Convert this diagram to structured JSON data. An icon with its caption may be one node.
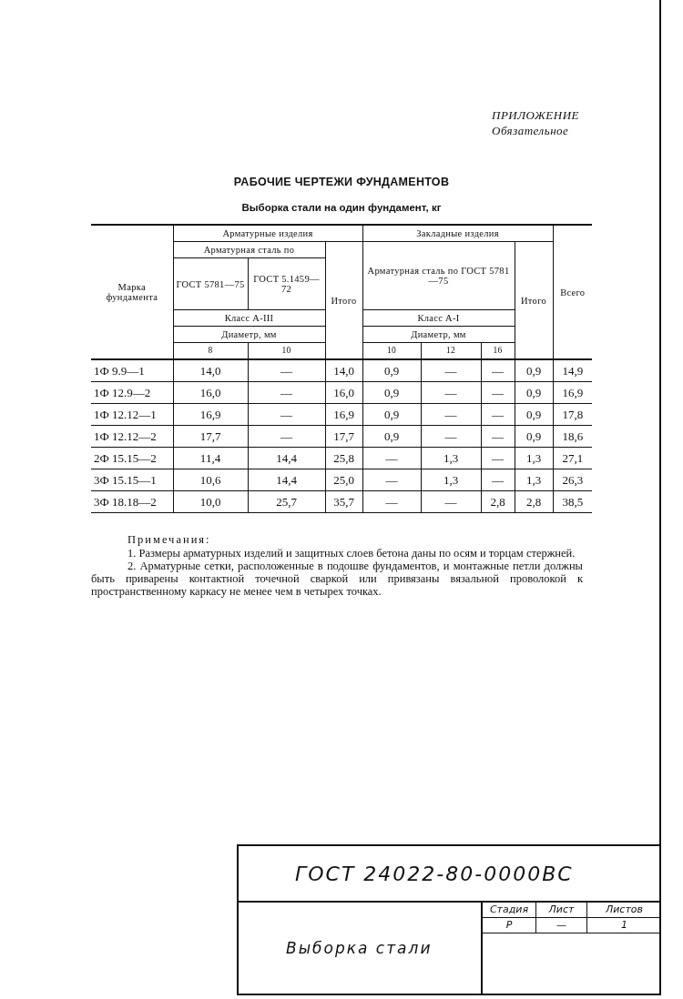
{
  "diagram": {
    "title": "РАБОЧИЕ ЧЕРТЕЖИ ФУНДАМЕНТОВ",
    "labels": [
      "ПРИЛОЖЕНИЕ",
      "Обязательное",
      "Выборка стали на один фундамент, кг",
      "Марка фундамента",
      "Арматурные изделия",
      "Закладные изделия",
      "Всего",
      "Арматурная сталь по",
      "Итого",
      "Арматурная сталь по ГОСТ 5781—75",
      "Итого",
      "ГОСТ 5781—75",
      "ГОСТ 5.1459—72",
      "Класс А-III",
      "Класс А-I",
      "Диаметр, мм",
      "Диаметр, мм",
      "8",
      "10",
      "10",
      "12",
      "16",
      "1Ф 9.9—1",
      "14,0",
      "—",
      "14,0",
      "0,9",
      "—",
      "—",
      "0,9",
      "14,9",
      "1Ф 12.9—2",
      "16,0",
      "—",
      "16,0",
      "0,9",
      "—",
      "—",
      "0,9",
      "16,9",
      "1Ф 12.12—1",
      "16,9",
      "—",
      "16,9",
      "0,9",
      "—",
      "—",
      "0,9",
      "17,8",
      "1Ф 12.12—2",
      "17,7",
      "—",
      "17,7",
      "0,9",
      "—",
      "—",
      "0,9",
      "18,6",
      "2Ф 15.15—2",
      "11,4",
      "14,4",
      "25,8",
      "—",
      "1,3",
      "—",
      "1,3",
      "27,1",
      "3Ф 15.15—1",
      "10,6",
      "14,4",
      "25,0",
      "—",
      "1,3",
      "—",
      "1,3",
      "26,3",
      "3Ф 18.18—2",
      "10,0",
      "25,7",
      "35,7",
      "—",
      "—",
      "2,8",
      "2,8",
      "38,5",
      "Примечания:",
      "1. Размеры арматурных изделий и защитных слоев бетона даны по осям и торцам стержней.",
      "2. Арматурные сетки, расположенные в подошве фундаментов, и монтажные петли должны быть приварены контактной точечной сваркой или привязаны вязальной проволокой к пространственному каркасу не менее чем в четырех точках.",
      "ГОСТ 24022-80-0000ВС",
      "Выборка стали",
      "Стадия",
      "Лист",
      "Листов",
      "Р",
      "—",
      "1"
    ]
  }
}
